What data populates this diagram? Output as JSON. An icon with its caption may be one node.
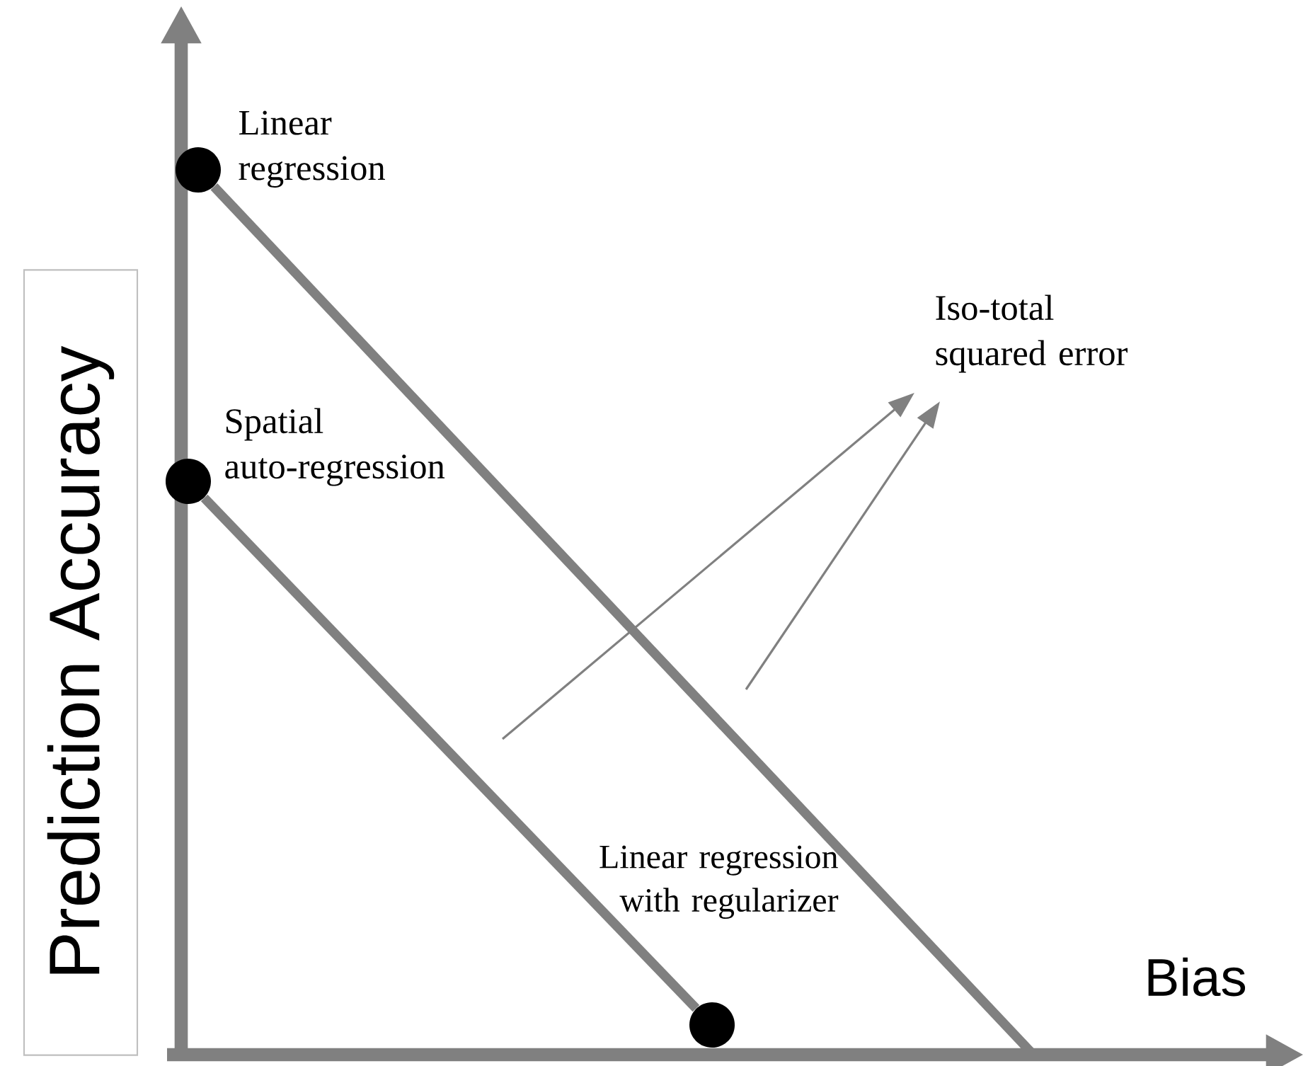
{
  "diagram": {
    "nodes": [
      {
        "text": [],
        "shape": "circle",
        "beside": [
          "Linear regression"
        ]
      },
      {
        "text": [],
        "shape": "circle",
        "beside": [
          "Spatial auto-regression"
        ]
      },
      {
        "text": [],
        "shape": "circle",
        "beside": [
          "Linear regression with regularizer"
        ]
      },
      {
        "text": [
          "Iso-total squared error"
        ]
      },
      {
        "text": [
          "Prediction Accuracy"
        ]
      }
    ],
    "edges": [
      {
        "from": 0,
        "to": null,
        "arrow": "none",
        "style": "thick"
      },
      {
        "from": 1,
        "to": 2,
        "arrow": "none",
        "style": "thick"
      },
      {
        "from": null,
        "to": 3,
        "arrow": "to"
      },
      {
        "from": null,
        "to": 3,
        "arrow": "to"
      }
    ],
    "labels": [
      "Bias"
    ]
  }
}
